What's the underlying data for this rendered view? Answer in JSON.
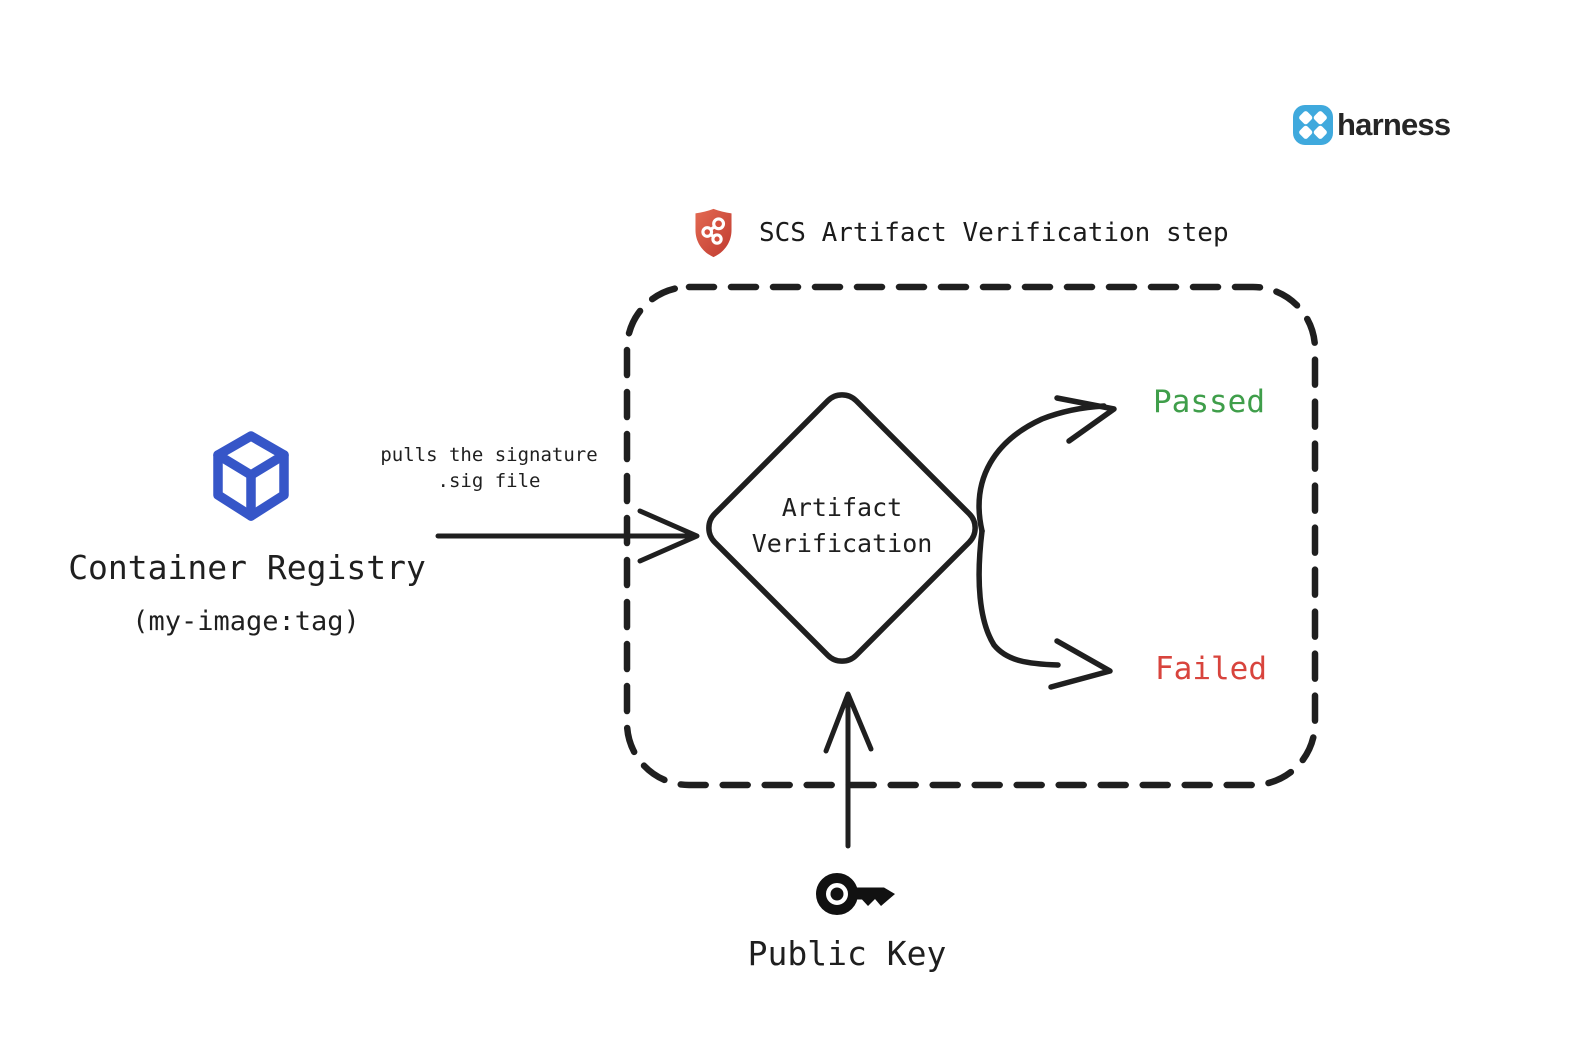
{
  "brand": {
    "logo_label": "harness",
    "logo_color": "#3FA9DD"
  },
  "step": {
    "title": "SCS Artifact Verification step",
    "shield_color": "#D5503F"
  },
  "registry": {
    "title": "Container Registry",
    "subtitle": "(my-image:tag)",
    "cube_color": "#3656C8"
  },
  "edge": {
    "label_line1": "pulls the signature",
    "label_line2": ".sig file"
  },
  "decision": {
    "label_line1": "Artifact",
    "label_line2": "Verification"
  },
  "outcomes": {
    "passed_label": "Passed",
    "passed_color": "#3F9E4A",
    "failed_label": "Failed",
    "failed_color": "#D8443D"
  },
  "public_key": {
    "label": "Public Key"
  },
  "icons": {
    "brand": "harness-diamonds-icon",
    "step": "shield-supply-chain-icon",
    "registry": "cube-box-icon",
    "public_key": "key-icon"
  }
}
